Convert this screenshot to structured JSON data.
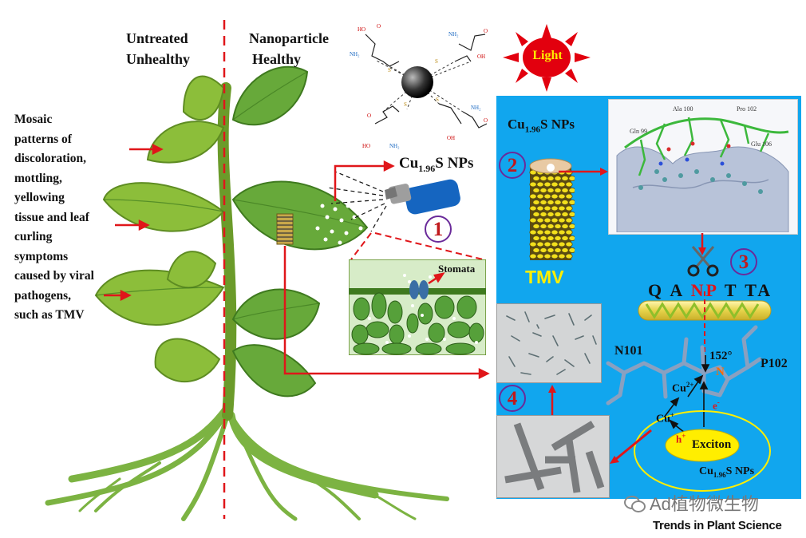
{
  "titles": {
    "untreated_line1": "Untreated",
    "untreated_line2": "Unhealthy",
    "nano_line1": "Nanoparticle",
    "nano_line2": "Healthy"
  },
  "symptoms": [
    "Mosaic",
    "patterns of",
    "discoloration,",
    "mottling,",
    "yellowing",
    "tissue and leaf",
    "curling",
    "symptoms",
    "caused by viral",
    "pathogens,",
    "such as TMV"
  ],
  "molecule_labels": {
    "ho1": "HO",
    "o1": "O",
    "nh2_1": "NH₂",
    "s1": "S",
    "nh2_2": "NH₂",
    "o2": "O",
    "oh1": "OH",
    "s2": "S",
    "s3": "S",
    "s4": "S",
    "o3": "O",
    "ho2": "HO",
    "nh2_3": "NH₂",
    "nh2_4": "NH₂",
    "o4": "O",
    "oh2": "OH"
  },
  "cus_label": {
    "pre": "Cu",
    "sub": "1.96",
    "post": "S NPs"
  },
  "cus_label_panel": {
    "pre": "Cu",
    "sub": "1.96",
    "post": "S NPs"
  },
  "cus_label_bottom": {
    "pre": "Cu",
    "sub": "1.96",
    "post": "S NPs"
  },
  "light_label": "Light",
  "stomata_label": "Stomata",
  "tmv_label": "TMV",
  "steps": [
    "1",
    "2",
    "3",
    "4"
  ],
  "residues": {
    "ala": "Ala 100",
    "pro": "Pro 102",
    "gln": "Gln 99",
    "glu": "Glu 106"
  },
  "sequence": [
    "Q",
    "A",
    "N",
    "P",
    "T",
    "T",
    "A"
  ],
  "mechanism": {
    "n101": "N101",
    "p102": "P102",
    "angle": "152°",
    "n_atom": "N",
    "cu2": "Cu",
    "cu2_sup": "2+",
    "cu1": "Cu",
    "cu1_sup": "+",
    "electron": "e",
    "electron_sup": "-",
    "hole": "h",
    "hole_sup": "+",
    "exciton": "Exciton"
  },
  "watermark": "Ad植物微生物",
  "journal": "Trends in Plant Science",
  "colors": {
    "arrow_red": "#e0161a",
    "panel_blue": "#11a6ee",
    "step_red": "#c0191c",
    "step_circle": "#6a2b9a",
    "exciton_yellow": "#ffee00",
    "sun_red": "#e2000e",
    "tmv_yellow": "#f2df1c",
    "divider_red": "#e0161a"
  }
}
